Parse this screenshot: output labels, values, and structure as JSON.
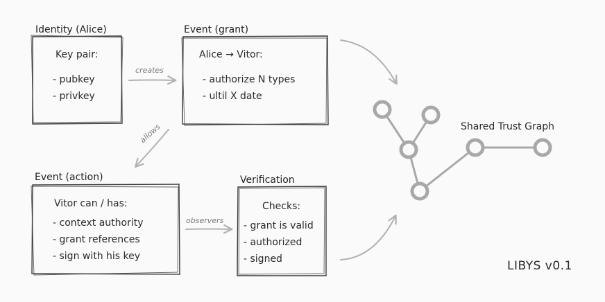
{
  "boxes": {
    "identity": {
      "title": "Identity (Alice)",
      "heading": "Key pair:",
      "items": [
        "- pubkey",
        "- privkey"
      ]
    },
    "grant": {
      "title": "Event (grant)",
      "heading": "Alice → Vitor:",
      "items": [
        "- authorize N types",
        "- ultil X date"
      ]
    },
    "action": {
      "title": "Event (action)",
      "heading": "Vitor can / has:",
      "items": [
        "- context authority",
        "- grant references",
        "- sign with his key"
      ]
    },
    "verification": {
      "title": "Verification",
      "heading": "Checks:",
      "items": [
        "- grant is valid",
        "- authorized",
        "- signed"
      ]
    }
  },
  "edges": {
    "creates": "creates",
    "allows": "allows",
    "observers": "observers"
  },
  "graph": {
    "title": "Shared Trust Graph"
  },
  "version": "LIBYS v0.1",
  "colors": {
    "ink": "#2a2a2a",
    "arrow": "#b2b2b2",
    "graph": "#a8a8a8",
    "background": "#fafafa"
  }
}
